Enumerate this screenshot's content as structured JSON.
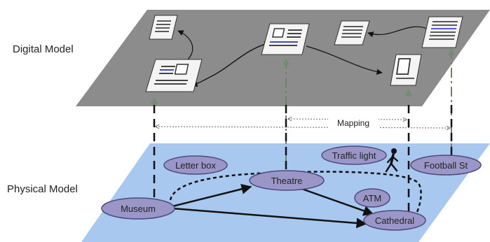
{
  "diagram": {
    "digital_model_label": "Digital Model",
    "physical_model_label": "Physical Model",
    "mapping_label": "Mapping",
    "nodes": {
      "museum": "Museum",
      "letter_box": "Letter box",
      "theatre": "Theatre",
      "traffic_light": "Traffic light",
      "football_st": "Football St",
      "atm": "ATM",
      "cathedral": "Cathedral"
    },
    "icons": {
      "walking_person": "walking-person-icon",
      "document": "document-icon"
    }
  },
  "colors": {
    "digital_plane": "#8c8c8c",
    "physical_plane": "#a8c8ef",
    "node_fill": "#9b96c8",
    "node_stroke": "#4f4a7a",
    "highlight": "#4444cc",
    "dashdot_connector": "#7a8a7a"
  }
}
